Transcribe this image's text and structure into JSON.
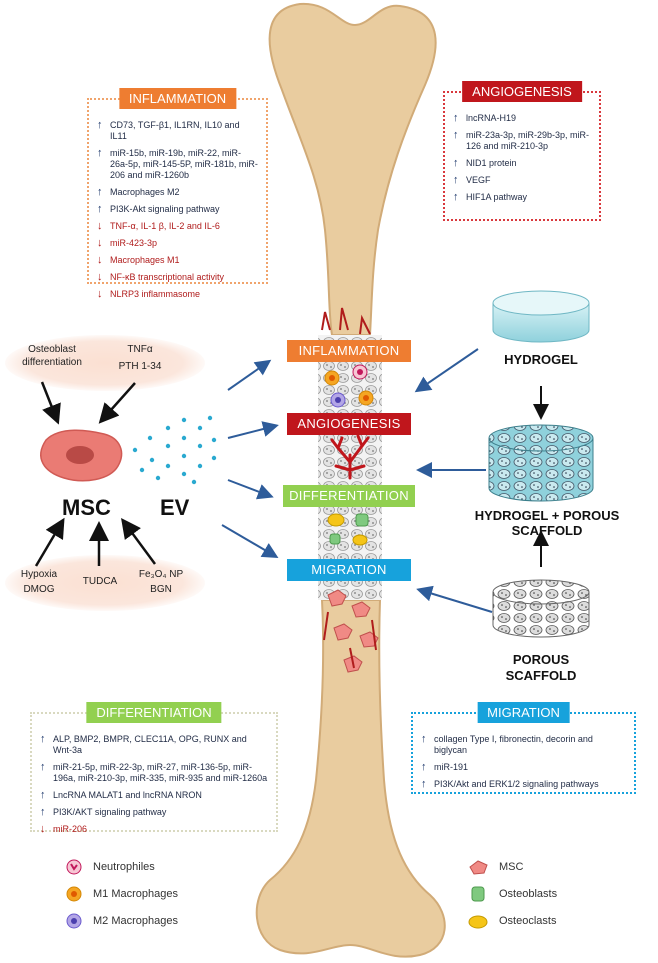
{
  "inflammation_box": {
    "title": "INFLAMMATION",
    "color": "#ee7d31",
    "items": [
      {
        "dir": "up",
        "text": "CD73, TGF-β1, IL1RN, IL10 and IL11"
      },
      {
        "dir": "up",
        "text": "miR-15b, miR-19b, miR-22, miR-26a-5p, miR-145-5P, miR-181b, miR-206 and miR-1260b"
      },
      {
        "dir": "up",
        "text": "Macrophages M2"
      },
      {
        "dir": "up",
        "text": "PI3K-Akt signaling pathway"
      },
      {
        "dir": "down",
        "text": "TNF-α, IL-1 β, IL-2 and IL-6"
      },
      {
        "dir": "down",
        "text": "miR-423-3p"
      },
      {
        "dir": "down",
        "text": "Macrophages M1"
      },
      {
        "dir": "down",
        "text": "NF-κB transcriptional activity"
      },
      {
        "dir": "down",
        "text": "NLRP3 inflammasome"
      }
    ]
  },
  "angiogenesis_box": {
    "title": "ANGIOGENESIS",
    "color": "#c0161c",
    "items": [
      {
        "dir": "up",
        "text": "lncRNA-H19"
      },
      {
        "dir": "up",
        "text": "miR-23a-3p, miR-29b-3p, miR-126 and miR-210-3p"
      },
      {
        "dir": "up",
        "text": "NID1 protein"
      },
      {
        "dir": "up",
        "text": "VEGF"
      },
      {
        "dir": "up",
        "text": "HIF1A pathway"
      }
    ]
  },
  "differentiation_box": {
    "title": "DIFFERENTIATION",
    "color": "#92d050",
    "items": [
      {
        "dir": "up",
        "text": "ALP, BMP2, BMPR, CLEC11A, OPG, RUNX and Wnt-3a"
      },
      {
        "dir": "up",
        "text": "miR-21-5p, miR-22-3p, miR-27, miR-136-5p, miR-196a, miR-210-3p, miR-335, miR-935 and miR-1260a"
      },
      {
        "dir": "up",
        "text": "LncRNA MALAT1 and lncRNA NRON"
      },
      {
        "dir": "up",
        "text": "PI3K/AKT signaling pathway"
      },
      {
        "dir": "down",
        "text": "miR-206"
      }
    ]
  },
  "migration_box": {
    "title": "MIGRATION",
    "color": "#17a2dc",
    "items": [
      {
        "dir": "up",
        "text": "collagen Type I, fibronectin, decorin and biglycan"
      },
      {
        "dir": "up",
        "text": "miR-191"
      },
      {
        "dir": "up",
        "text": "PI3K/Akt and ERK1/2 signaling pathways"
      }
    ]
  },
  "stages": {
    "inflammation": "INFLAMMATION",
    "angiogenesis": "ANGIOGENESIS",
    "differentiation": "DIFFERENTIATION",
    "migration": "MIGRATION"
  },
  "stimuli": {
    "osteoblast_diff": "Osteoblast differentiation",
    "tnf": "TNFα",
    "pth": "PTH 1-34",
    "hypoxia": "Hypoxia",
    "dmog": "DMOG",
    "tudca": "TUDCA",
    "fe3o4": "Fe₃O₄ NP",
    "bgn": "BGN"
  },
  "msc_label": "MSC",
  "ev_label": "EV",
  "materials": {
    "hydrogel": "HYDROGEL",
    "hydrogel_scaffold": "HYDROGEL + POROUS SCAFFOLD",
    "porous_line1": "POROUS",
    "porous_line2": "SCAFFOLD"
  },
  "legend": {
    "neutrophiles": "Neutrophiles",
    "m1": "M1 Macrophages",
    "m2": "M2 Macrophages",
    "msc": "MSC",
    "osteoblasts": "Osteoblasts",
    "osteoclasts": "Osteoclasts"
  },
  "colors": {
    "bone": "#e9cc9f",
    "bone_outline": "#d1ab78",
    "arrow_blue": "#2e5c9a",
    "msc_pink": "#e86f6a",
    "ev_dot": "#2aa9d0"
  }
}
